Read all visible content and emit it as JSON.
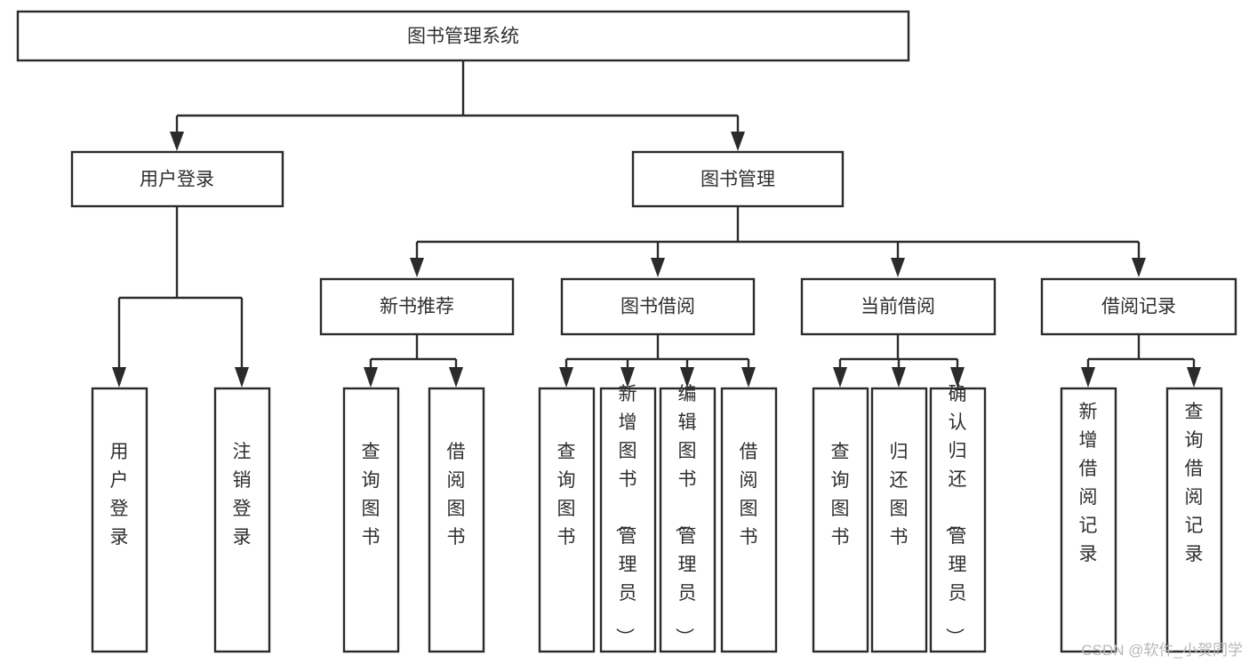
{
  "diagram": {
    "title": "图书管理系统",
    "type": "tree-hierarchy-diagram",
    "colors": {
      "box_stroke": "#2b2b2b",
      "box_fill": "#ffffff",
      "connector": "#2b2b2b",
      "text": "#2f2f2f",
      "watermark": "#b8b8b8",
      "background": "#ffffff"
    },
    "root": {
      "label": "图书管理系统"
    },
    "level2": [
      {
        "label": "用户登录"
      },
      {
        "label": "图书管理"
      }
    ],
    "level3": [
      {
        "label": "新书推荐"
      },
      {
        "label": "图书借阅"
      },
      {
        "label": "当前借阅"
      },
      {
        "label": "借阅记录"
      }
    ],
    "leaves": {
      "user_login": [
        {
          "label": "用户登录"
        },
        {
          "label": "注销登录"
        }
      ],
      "new_book_recommend": [
        {
          "label": "查询图书"
        },
        {
          "label": "借阅图书"
        }
      ],
      "book_borrow": [
        {
          "label": "查询图书"
        },
        {
          "label": "新增图书（管理员）"
        },
        {
          "label": "编辑图书（管理员）"
        },
        {
          "label": "借阅图书"
        }
      ],
      "current_borrow": [
        {
          "label": "查询图书"
        },
        {
          "label": "归还图书"
        },
        {
          "label": "确认归还（管理员）"
        }
      ],
      "borrow_record": [
        {
          "label": "新增借阅记录"
        },
        {
          "label": "查询借阅记录"
        }
      ]
    }
  },
  "watermark": {
    "text": "CSDN @软件_小贺同学"
  }
}
